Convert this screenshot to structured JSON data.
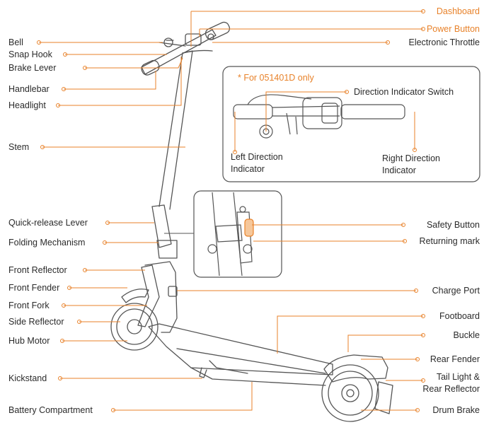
{
  "colors": {
    "accent": "#e8822a",
    "line": "#555555",
    "text": "#2b2b2b"
  },
  "labels_left": {
    "bell": "Bell",
    "snap_hook": "Snap Hook",
    "brake_lever": "Brake Lever",
    "handlebar": "Handlebar",
    "headlight": "Headlight",
    "stem": "Stem",
    "quick_release_lever": "Quick-release Lever",
    "folding_mechanism": "Folding Mechanism",
    "front_reflector": "Front Reflector",
    "front_fender": "Front Fender",
    "front_fork": "Front Fork",
    "side_reflector": "Side Reflector",
    "hub_motor": "Hub Motor",
    "kickstand": "Kickstand",
    "battery_compartment": "Battery Compartment"
  },
  "labels_right": {
    "dashboard": "Dashboard",
    "power_button": "Power Button",
    "electronic_throttle": "Electronic Throttle",
    "safety_button": "Safety Button",
    "returning_mark": "Returning mark",
    "charge_port": "Charge Port",
    "footboard": "Footboard",
    "buckle": "Buckle",
    "rear_fender": "Rear Fender",
    "tail_light": "Tail Light &\nRear Reflector",
    "drum_brake": "Drum Brake"
  },
  "inset": {
    "note": "* For 051401D only",
    "direction_switch": "Direction Indicator Switch",
    "left_indicator": "Left Direction\nIndicator",
    "right_indicator": "Right Direction\nIndicator"
  }
}
